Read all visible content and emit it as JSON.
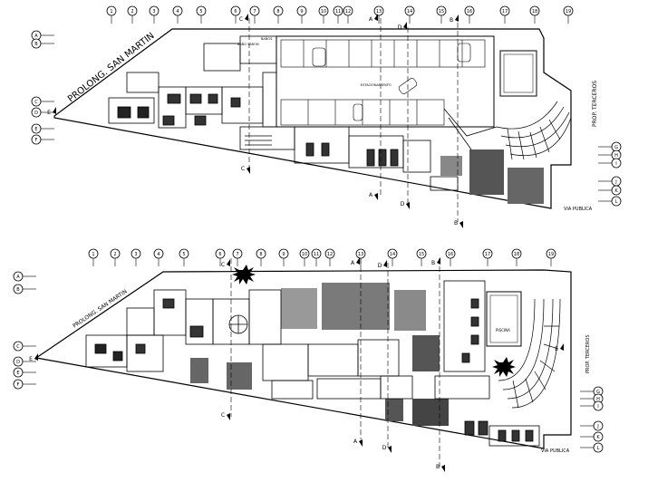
{
  "plans": [
    {
      "street_top": "PROLONG. SAN MARTIN",
      "street_right": "PROP. TERCEROS",
      "street_bottom": "VIA PUBLICA",
      "room_labels": [
        "BAÑO VARON",
        "BAÑOS",
        "ESTACIONAMIENTO"
      ],
      "grid_top": [
        "1",
        "2",
        "3",
        "4",
        "5",
        "6",
        "7",
        "8",
        "9",
        "10",
        "11",
        "12",
        "13",
        "14",
        "15",
        "16",
        "17",
        "18",
        "19"
      ],
      "grid_left": [
        "A",
        "B",
        "C",
        "D",
        "E",
        "F"
      ],
      "grid_right": [
        "G",
        "H",
        "I",
        "J",
        "K",
        "L"
      ],
      "section_markers": [
        "A",
        "B",
        "C",
        "D",
        "E"
      ]
    },
    {
      "street_top": "PROLONG. SAN MARTIN",
      "street_right": "PROP. TERCEROS",
      "street_bottom": "VIA PUBLICA",
      "room_labels": [
        "PISCINA"
      ],
      "grid_top": [
        "1",
        "2",
        "3",
        "4",
        "5",
        "6",
        "7",
        "8",
        "9",
        "10",
        "11",
        "12",
        "13",
        "14",
        "15",
        "16",
        "17",
        "18",
        "19"
      ],
      "grid_left": [
        "A",
        "B",
        "C",
        "D",
        "E",
        "F"
      ],
      "grid_right": [
        "G",
        "H",
        "I",
        "J",
        "K",
        "L"
      ],
      "section_markers": [
        "A",
        "B",
        "C",
        "D",
        "E"
      ]
    }
  ]
}
